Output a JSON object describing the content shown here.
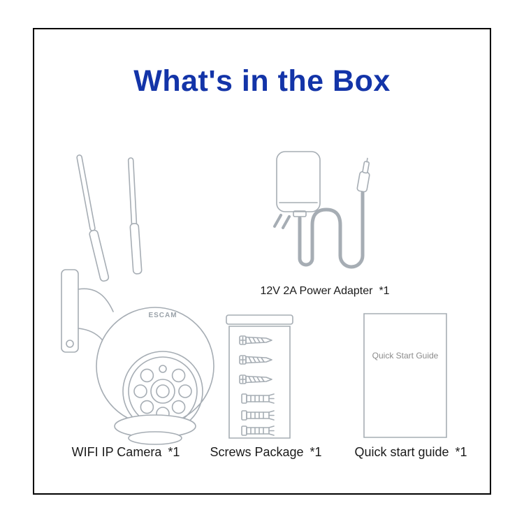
{
  "canvas": {
    "background": "#ffffff",
    "border_color": "#000000"
  },
  "title": {
    "text": "What's in the Box",
    "color": "#1334a8"
  },
  "artwork": {
    "line_color": "#a6adb4"
  },
  "items": {
    "camera": {
      "label": "WIFI IP Camera",
      "qty": "*1",
      "brand": "ESCAM"
    },
    "adapter": {
      "label": "12V 2A Power Adapter",
      "qty": "*1"
    },
    "screws": {
      "label": "Screws Package",
      "qty": "*1"
    },
    "guide": {
      "label": "Quick start guide",
      "qty": "*1",
      "cover_text": "Quick Start Guide"
    }
  }
}
